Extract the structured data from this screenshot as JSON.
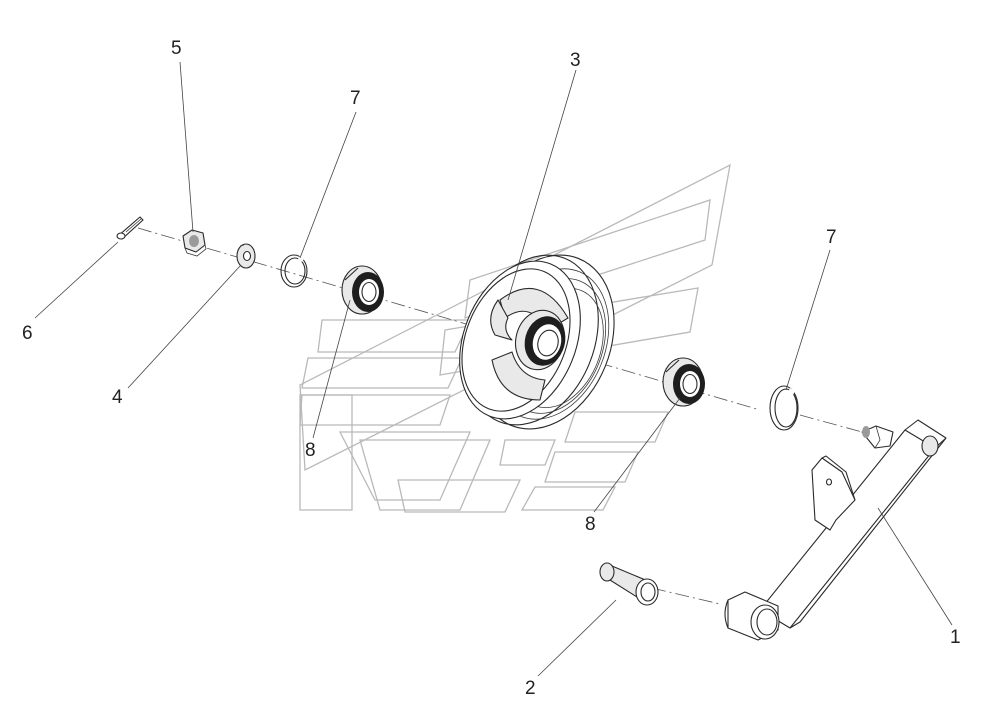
{
  "labels": {
    "p1": "1",
    "p2": "2",
    "p3": "3",
    "p4": "4",
    "p5": "5",
    "p6": "6",
    "p7a": "7",
    "p7b": "7",
    "p8a": "8",
    "p8b": "8"
  },
  "colors": {
    "line": "#2a2a2a",
    "watermark": "#b9b9b9",
    "background": "#ffffff"
  }
}
